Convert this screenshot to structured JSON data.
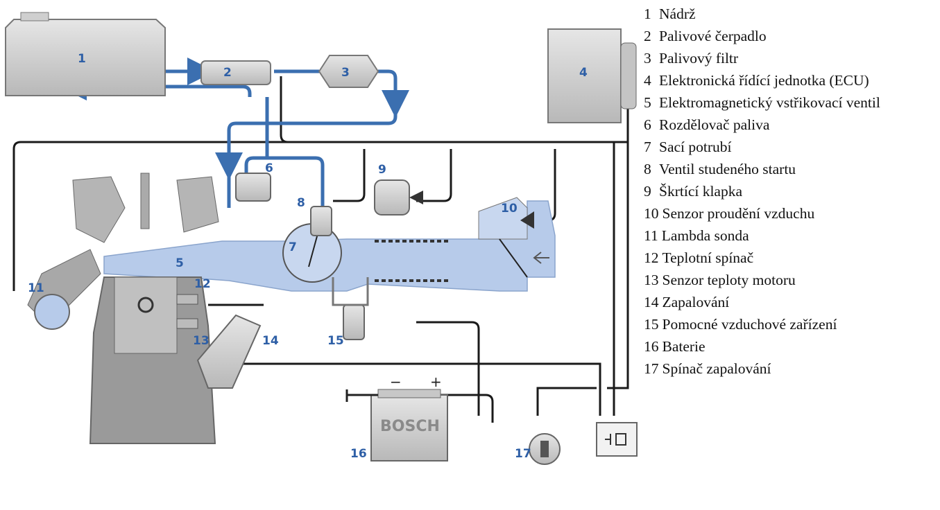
{
  "parts": [
    {
      "number": "1",
      "label": "Nádrž"
    },
    {
      "number": "2",
      "label": "Palivové čerpadlo"
    },
    {
      "number": "3",
      "label": "Palivový filtr"
    },
    {
      "number": "4",
      "label": "Elektronická řídící jednotka (ECU)"
    },
    {
      "number": "5",
      "label": "Elektromagnetický vstřikovací ventil"
    },
    {
      "number": "6",
      "label": "Rozdělovač paliva"
    },
    {
      "number": "7",
      "label": "Sací potrubí"
    },
    {
      "number": "8",
      "label": "Ventil studeného startu"
    },
    {
      "number": "9",
      "label": "Škrtící klapka"
    },
    {
      "number": "10",
      "label": "Senzor proudění vzduchu"
    },
    {
      "number": "11",
      "label": "Lambda sonda"
    },
    {
      "number": "12",
      "label": "Teplotní spínač"
    },
    {
      "number": "13",
      "label": "Senzor teploty motoru"
    },
    {
      "number": "14",
      "label": "Zapalování"
    },
    {
      "number": "15",
      "label": "Pomocné vzduchové zařízení"
    },
    {
      "number": "16",
      "label": "Baterie"
    },
    {
      "number": "17",
      "label": "Spínač zapalování"
    }
  ],
  "battery": {
    "brand": "BOSCH",
    "minus": "−",
    "plus": "+"
  },
  "colors": {
    "fuel_line": "#3b6fb0",
    "air": "#b7cbea",
    "component": "#d4d4d4",
    "wire": "#1a1a1a",
    "callout": "#2e5fa6"
  }
}
